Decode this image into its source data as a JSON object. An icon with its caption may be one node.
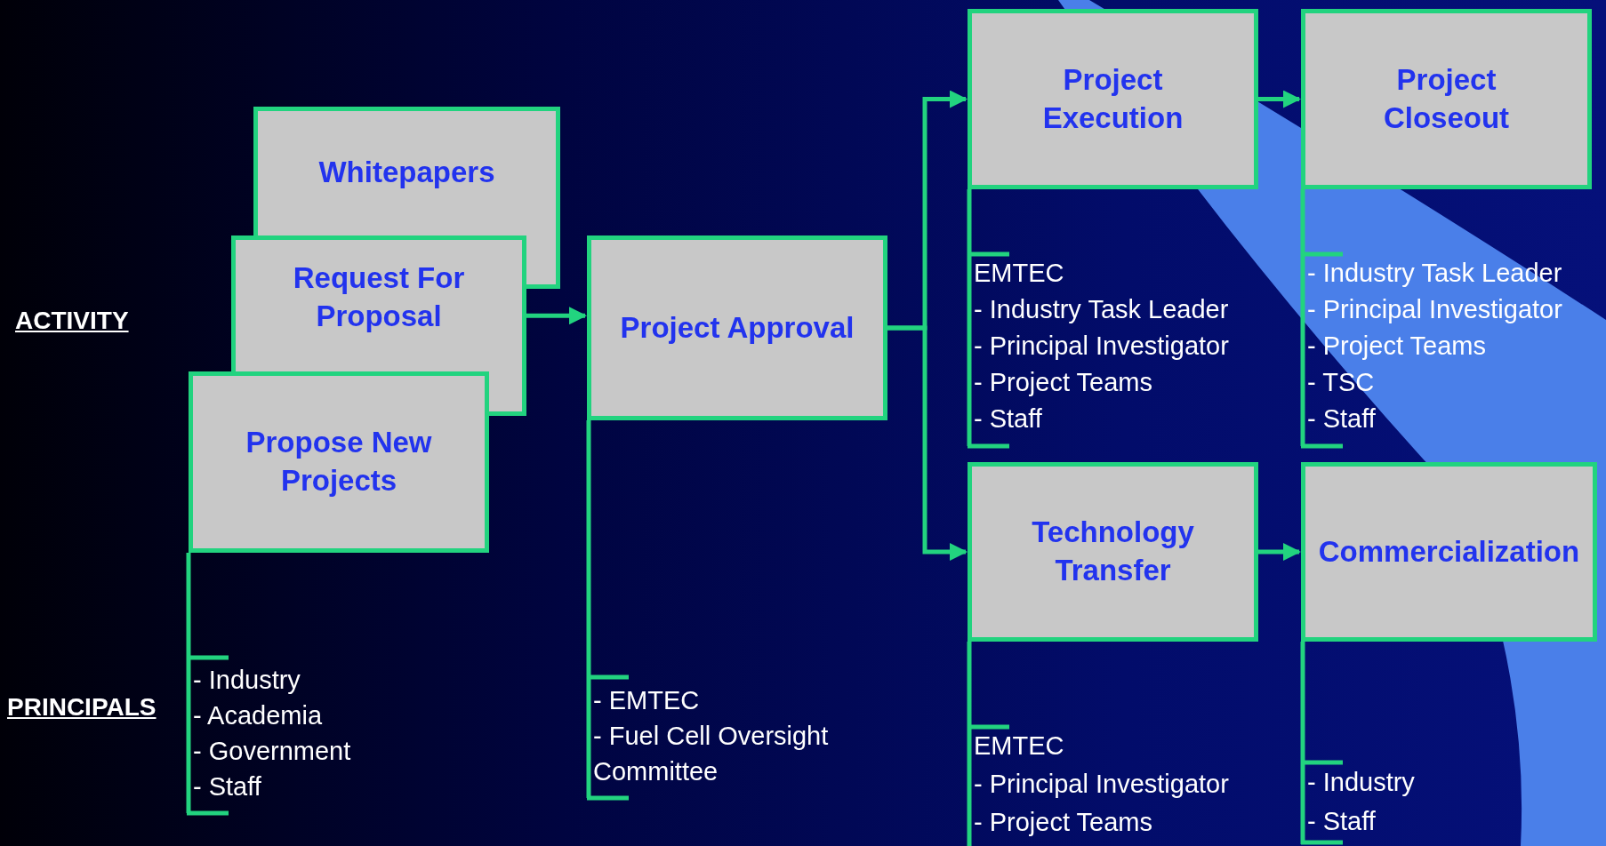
{
  "diagram": {
    "nodes": [
      {
        "text": [
          "Whitepapers"
        ]
      },
      {
        "text": [
          "Request For Proposal"
        ]
      },
      {
        "text": [
          "Propose New Projects"
        ],
        "beside": [
          "- Industry",
          "- Academia",
          "- Government",
          "- Staff"
        ]
      },
      {
        "text": [
          "Project Approval"
        ],
        "beside": [
          "- EMTEC",
          "- Fuel Cell Oversight Committee"
        ]
      },
      {
        "text": [
          "Project Execution"
        ],
        "beside": [
          "EMTEC",
          "- Industry Task Leader",
          "- Principal Investigator",
          "- Project Teams",
          "- Staff"
        ]
      },
      {
        "text": [
          "Project Closeout"
        ],
        "beside": [
          "- Industry Task Leader",
          "- Principal Investigator",
          "- Project Teams",
          "- TSC",
          "- Staff"
        ]
      },
      {
        "text": [
          "Technology Transfer"
        ],
        "beside": [
          "EMTEC",
          "- Principal Investigator",
          "- Project Teams"
        ]
      },
      {
        "text": [
          "Commercialization"
        ],
        "beside": [
          "- Industry",
          "- Staff"
        ]
      }
    ],
    "edges": [
      {
        "from": 1,
        "to": 3,
        "arrow": "to"
      },
      {
        "from": 3,
        "to": 4,
        "arrow": "to"
      },
      {
        "from": 3,
        "to": 6,
        "arrow": "to"
      },
      {
        "from": 4,
        "to": 5,
        "arrow": "to"
      },
      {
        "from": 6,
        "to": 7,
        "arrow": "to"
      }
    ],
    "labels": [
      "ACTIVITY",
      "PRINCIPALS"
    ]
  }
}
